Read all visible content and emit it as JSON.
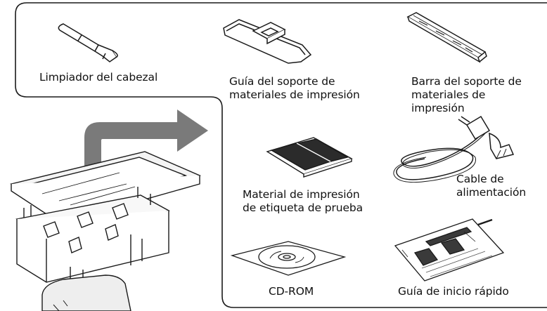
{
  "items": {
    "head_cleaner": {
      "label": "Limpiador del cabezal",
      "icon": "head-cleaner-icon"
    },
    "media_guide": {
      "line1": "Guía del soporte de",
      "line2": "materiales de impresión",
      "icon": "media-guide-icon"
    },
    "media_bar": {
      "line1": "Barra del soporte de",
      "line2": "materiales de",
      "line3": "impresión",
      "icon": "media-bar-icon"
    },
    "test_labels": {
      "line1": "Material de impresión",
      "line2": "de etiqueta de prueba",
      "icon": "label-sheets-icon"
    },
    "power_cable": {
      "line1": "Cable de",
      "line2": "alimentación",
      "icon": "power-cable-icon"
    },
    "cd_rom": {
      "label": "CD-ROM",
      "icon": "cd-rom-icon"
    },
    "quick_guide": {
      "label": "Guía de inicio rápido",
      "icon": "quick-guide-icon"
    }
  },
  "colors": {
    "outline": "#1a1a1a",
    "arrow": "#7a7a7a",
    "background": "#ffffff"
  }
}
